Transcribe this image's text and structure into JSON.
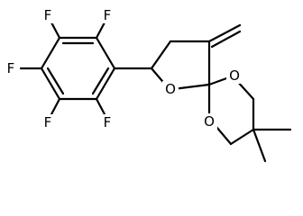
{
  "molecule": {
    "atoms": {
      "f1": "F",
      "f2": "F",
      "f3": "F",
      "f4": "F",
      "f5": "F",
      "o1": "O",
      "o2": "O",
      "o3": "O"
    }
  }
}
